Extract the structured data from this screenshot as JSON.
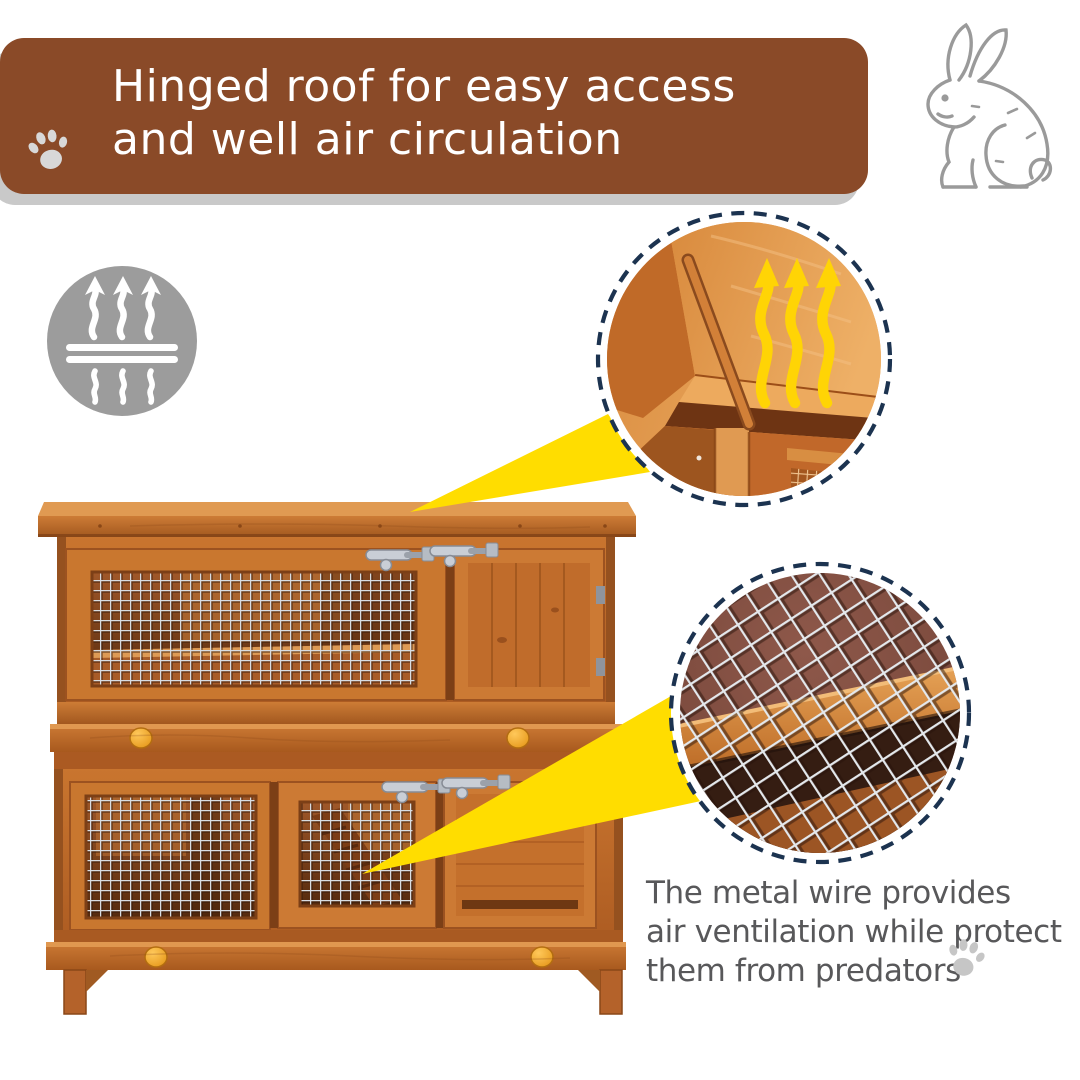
{
  "header": {
    "title_line1": "Hinged roof for easy access",
    "title_line2": "and well air circulation",
    "bg_color": "#8a4a28",
    "text_color": "#ffffff",
    "shadow_color": "#c9c9c9"
  },
  "icons": {
    "banner_paw": "paw-print",
    "rabbit": "rabbit-outline",
    "air_circulation": "rising-air-arrows-over-vent",
    "note_paw": "paw-print"
  },
  "callouts": {
    "roof_detail": "hinged roof propped open with rising air arrows",
    "mesh_detail": "close-up of metal wire mesh over wooden rail",
    "ring_color": "#1c3350",
    "pointer_color": "#ffdd00",
    "airflow_arrow_color": "#ffd405"
  },
  "note": {
    "line1": "The metal wire provides",
    "line2": "air ventilation while protect",
    "line3": "them from predators",
    "text_color": "#58585a"
  },
  "product": {
    "description": "two-tier wooden rabbit hutch with wire mesh panels"
  },
  "colors": {
    "background": "#ffffff",
    "wood_light": "#dd9147",
    "wood_mid": "#c4702f",
    "wood_dark": "#8a4717",
    "icon_gray": "#9c9c9c",
    "knob_orange": "#f0a124"
  }
}
